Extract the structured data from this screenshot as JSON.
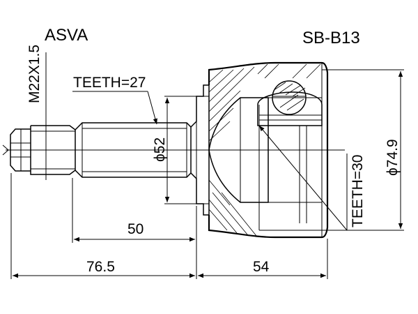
{
  "brand": "ASVA",
  "part_number": "SB-B13",
  "labels": {
    "thread": "M22X1.5",
    "shaft_teeth": "TEETH=27",
    "shaft_diameter": "ϕ52",
    "inner_teeth": "TEETH=30",
    "outer_diameter": "ϕ74.9",
    "length_shaft": "50",
    "length_total": "76.5",
    "length_bell": "54"
  }
}
